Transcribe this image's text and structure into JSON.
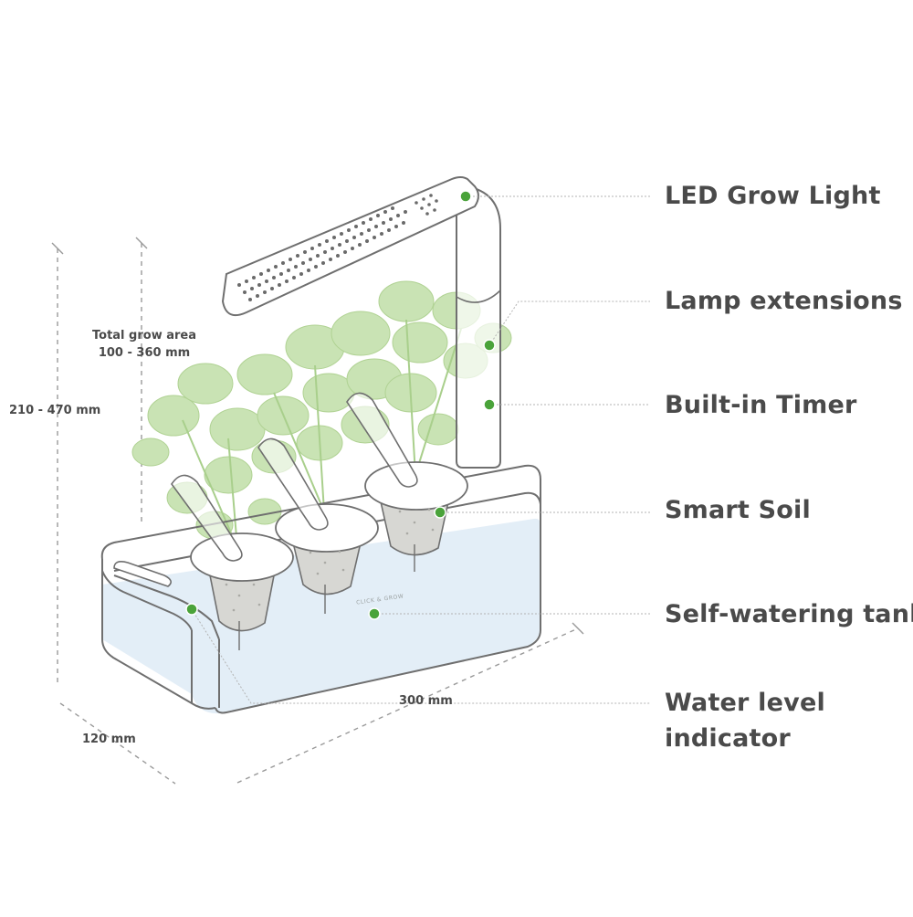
{
  "callouts": [
    {
      "id": "led-grow-light",
      "label": "LED Grow Light"
    },
    {
      "id": "lamp-extensions",
      "label": "Lamp extensions"
    },
    {
      "id": "built-in-timer",
      "label": "Built-in Timer"
    },
    {
      "id": "smart-soil",
      "label": "Smart Soil"
    },
    {
      "id": "self-watering-tank",
      "label": "Self-watering tank"
    },
    {
      "id": "water-level-indicator",
      "label_line1": "Water level",
      "label_line2": "indicator"
    }
  ],
  "dimensions": {
    "grow_area_line1": "Total grow area",
    "grow_area_line2": "100 - 360 mm",
    "height": "210 - 470 mm",
    "depth": "120 mm",
    "width": "300 mm"
  },
  "brand_text": "CLICK & GROW",
  "colors": {
    "marker": "#4aa33a",
    "leaf": "#c9e3b4",
    "leaf_dark": "#b7d89f",
    "outline": "#6f6f6f",
    "water": "#e3eef7",
    "leader_line": "#b3b3b3",
    "text": "#4a4a4a"
  }
}
